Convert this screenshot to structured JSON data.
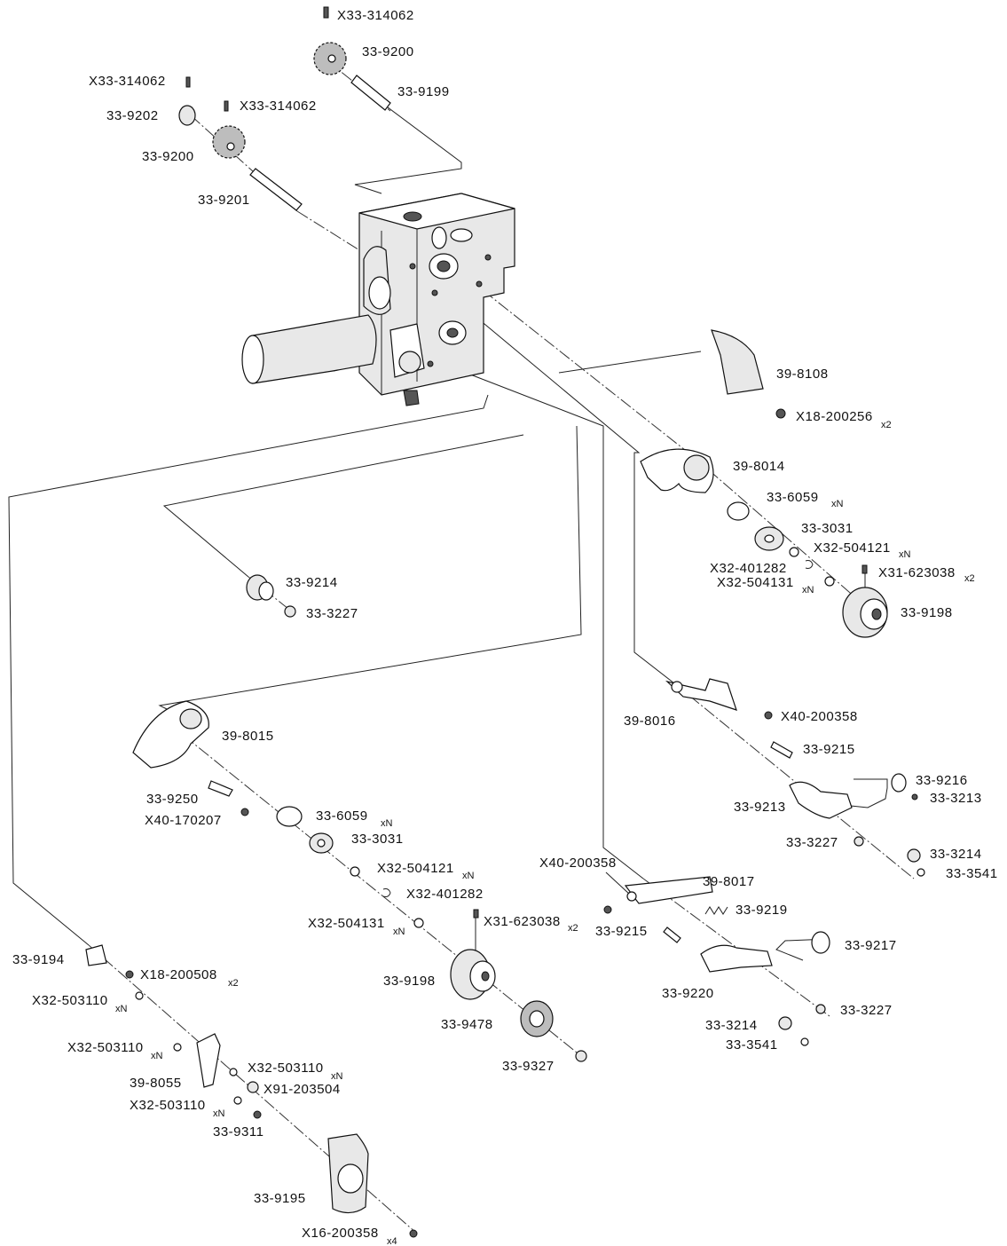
{
  "parts": {
    "x33_314062_top": "X33-314062",
    "g9200_top": "33-9200",
    "s9199": "33-9199",
    "x33_314062_left": "X33-314062",
    "g9202": "33-9202",
    "x33_314062_mid": "X33-314062",
    "g9200_left": "33-9200",
    "s9201": "33-9201",
    "c8108": "39-8108",
    "x18_200256": "X18-200256",
    "x18_200256_qty": "x2",
    "c8014": "39-8014",
    "w6059_r": "33-6059",
    "w6059_r_qty": "xN",
    "r3031_r": "33-3031",
    "x32_504121_r": "X32-504121",
    "x32_504121_r_qty": "xN",
    "x32_401282_r": "X32-401282",
    "x31_623038_r": "X31-623038",
    "x31_623038_r_qty": "x2",
    "x32_504131_r": "X32-504131",
    "x32_504131_r_qty": "xN",
    "p9198_r": "33-9198",
    "p9214": "33-9214",
    "k3227_a": "33-3227",
    "b8016": "39-8016",
    "x40_200358_r": "X40-200358",
    "s9215_r": "33-9215",
    "s9216": "33-9216",
    "k3213": "33-3213",
    "a9213": "33-9213",
    "k3227_b": "33-3227",
    "k3214_r": "33-3214",
    "k3541_r": "33-3541",
    "c8015": "39-8015",
    "b9250": "33-9250",
    "x40_170207": "X40-170207",
    "w6059_l": "33-6059",
    "w6059_l_qty": "xN",
    "r3031_l": "33-3031",
    "x32_504121_l": "X32-504121",
    "x32_504121_l_qty": "xN",
    "x32_401282_l": "X32-401282",
    "x32_504131_l": "X32-504131",
    "x32_504131_l_qty": "xN",
    "x31_623038_l": "X31-623038",
    "x31_623038_l_qty": "x2",
    "p9198_l": "33-9198",
    "p9478": "33-9478",
    "k9327": "33-9327",
    "x40_200358_c": "X40-200358",
    "b8017": "39-8017",
    "sp9219": "33-9219",
    "s9215_c": "33-9215",
    "s9217": "33-9217",
    "a9220": "33-9220",
    "k3227_c": "33-3227",
    "k3214_c": "33-3214",
    "k3541_c": "33-3541",
    "b9194": "33-9194",
    "x18_200508": "X18-200508",
    "x18_200508_qty": "x2",
    "x32_503110_a": "X32-503110",
    "x32_503110_a_qty": "xN",
    "x32_503110_b": "X32-503110",
    "x32_503110_b_qty": "xN",
    "x32_503110_c": "X32-503110",
    "x32_503110_c_qty": "xN",
    "l8055": "39-8055",
    "x91_203504": "X91-203504",
    "x32_503110_d": "X32-503110",
    "x32_503110_d_qty": "xN",
    "k9311": "33-9311",
    "c9195": "33-9195",
    "x16_200358": "X16-200358",
    "x16_200358_qty": "x4"
  }
}
